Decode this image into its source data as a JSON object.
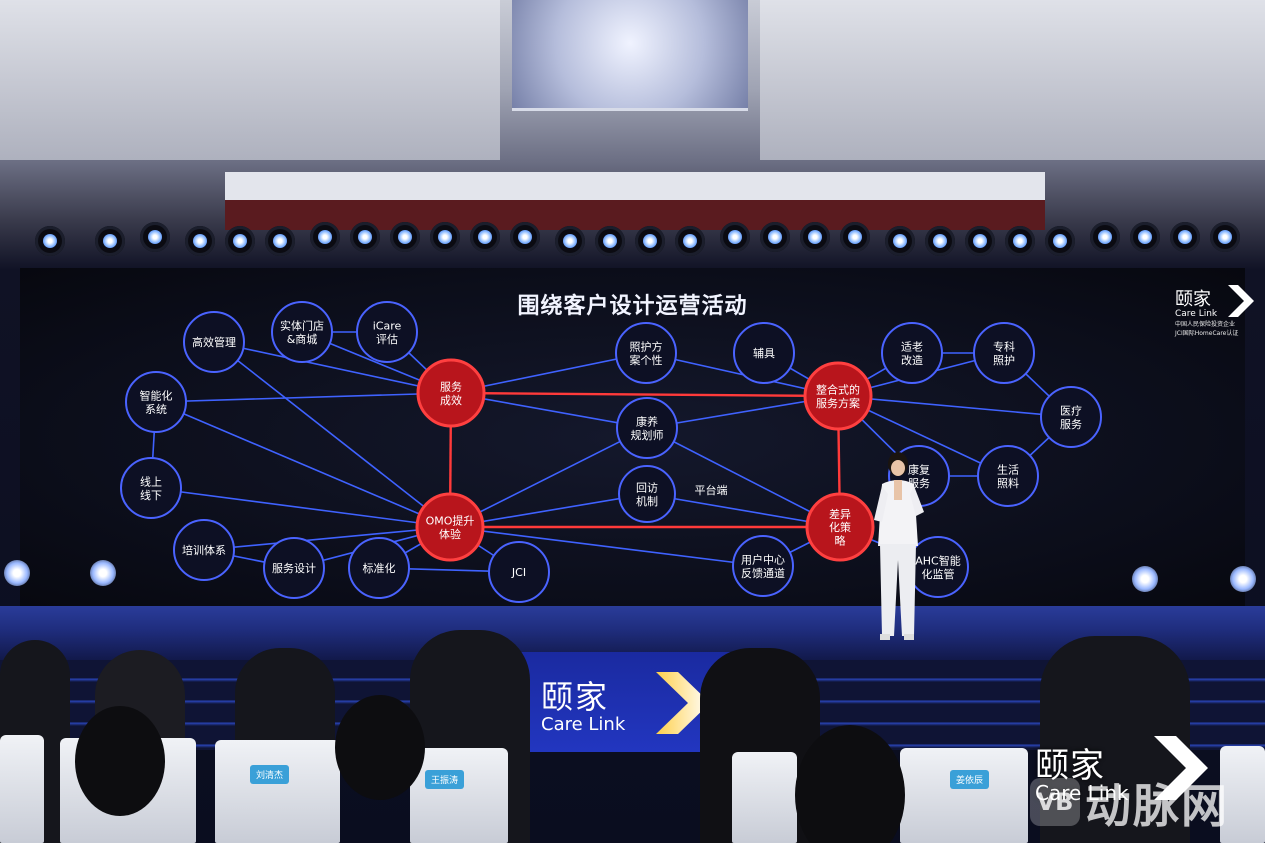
{
  "screen": {
    "title": "围绕客户设计运营活动",
    "brand": {
      "name_cn": "颐家",
      "name_en": "Care Link",
      "line1": "中国人民保险投资企业",
      "line2": "JCI国际HomeCare认证"
    },
    "colors": {
      "line_blue": "#3f62ff",
      "line_red": "#ff3a3a",
      "node_ring_blue": "#4a63ff",
      "node_ring_red": "#ff4040"
    },
    "nodes": [
      {
        "id": "gaoxiao",
        "text": "高效管理",
        "kind": "blue"
      },
      {
        "id": "shiti",
        "text": "实体门店&商城",
        "kind": "blue"
      },
      {
        "id": "icare",
        "text": "iCare评估",
        "kind": "blue"
      },
      {
        "id": "zhineng",
        "text": "智能化系统",
        "kind": "blue"
      },
      {
        "id": "xianshang",
        "text": "线上线下",
        "kind": "blue"
      },
      {
        "id": "peixun",
        "text": "培训体系",
        "kind": "blue"
      },
      {
        "id": "fuwusheji",
        "text": "服务设计",
        "kind": "blue"
      },
      {
        "id": "biaozhun",
        "text": "标准化",
        "kind": "blue"
      },
      {
        "id": "jci",
        "text": "JCI",
        "kind": "blue"
      },
      {
        "id": "fuwuchengxiao",
        "text": "服务成效",
        "kind": "red"
      },
      {
        "id": "omo",
        "text": "OMO提升体验",
        "kind": "red"
      },
      {
        "id": "zhaohu",
        "text": "照护方案个性",
        "kind": "blue"
      },
      {
        "id": "kangyang",
        "text": "康养规划师",
        "kind": "blue"
      },
      {
        "id": "huifang",
        "text": "回访机制",
        "kind": "blue"
      },
      {
        "id": "pingtai",
        "text": "平台端",
        "kind": "label"
      },
      {
        "id": "zhenghe",
        "text": "整合式的服务方案",
        "kind": "red"
      },
      {
        "id": "chayi",
        "text": "差异化策略",
        "kind": "red"
      },
      {
        "id": "fuju",
        "text": "辅具",
        "kind": "blue"
      },
      {
        "id": "shilao",
        "text": "适老改造",
        "kind": "blue"
      },
      {
        "id": "zhuanke",
        "text": "专科照护",
        "kind": "blue"
      },
      {
        "id": "yiliao",
        "text": "医疗服务",
        "kind": "blue"
      },
      {
        "id": "kangfu",
        "text": "康复服务",
        "kind": "blue"
      },
      {
        "id": "shenghuo",
        "text": "生活照料",
        "kind": "blue"
      },
      {
        "id": "yonghu",
        "text": "用户中心反馈通道",
        "kind": "blue"
      },
      {
        "id": "ahc",
        "text": "AHC智能化监管",
        "kind": "blue"
      }
    ]
  },
  "podium": {
    "name_cn": "颐家",
    "name_en": "Care Link"
  },
  "chair_tags": [
    "刘清杰",
    "王振涛",
    "姜依辰"
  ],
  "bottom_logo": {
    "name_cn": "颐家",
    "name_en": "Care Link"
  },
  "watermark": {
    "text": "动脉网",
    "icon": "VB"
  }
}
